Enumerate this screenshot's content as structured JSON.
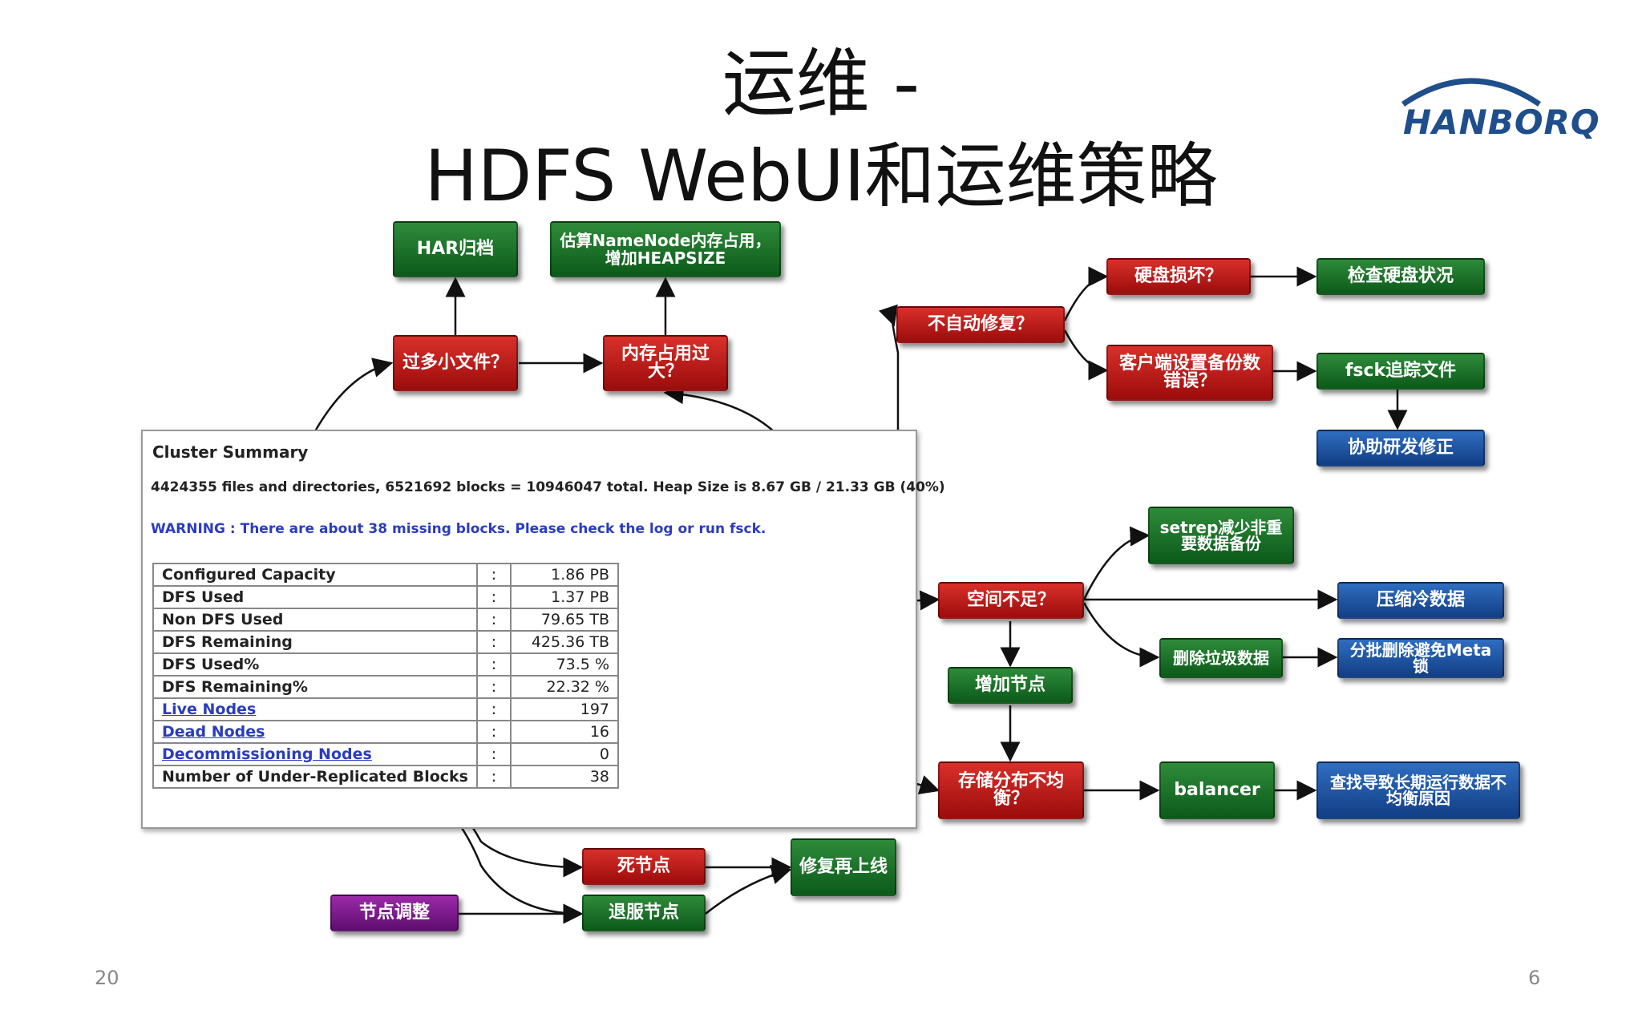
{
  "title": {
    "line1": "运维 -",
    "line2": "HDFS WebUI和运维策略"
  },
  "logo": {
    "text": "HANBORQ"
  },
  "boxes": {
    "har": "HAR归档",
    "estimate_mem": "估算NameNode内存占用，增加HEAPSIZE",
    "too_many_small": "过多小文件？",
    "mem_too_big": "内存占用过大？",
    "no_auto_repair": "不自动修复？",
    "disk_broken": "硬盘损坏？",
    "check_disk": "检查硬盘状况",
    "client_replica_err": "客户端设置备份数错误？",
    "fsck_trace": "fsck追踪文件",
    "help_fix": "协助研发修正",
    "setrep": "setrep减少非重要数据备份",
    "no_space": "空间不足？",
    "compress_cold": "压缩冷数据",
    "delete_garbage": "删除垃圾数据",
    "batch_delete": "分批删除避免Meta锁",
    "add_node": "增加节点",
    "uneven": "存储分布不均衡？",
    "balancer": "balancer",
    "find_reason": "查找导致长期运行数据不均衡原因",
    "dead_node": "死节点",
    "repair_online": "修复再上线",
    "node_adjust": "节点调整",
    "decommission": "退服节点"
  },
  "cluster": {
    "title": "Cluster Summary",
    "summary": "4424355 files and directories, 6521692 blocks = 10946047 total. Heap Size is 8.67 GB / 21.33 GB (40%)",
    "warning": "WARNING : There are about 38 missing blocks. Please check the log or run fsck.",
    "rows": [
      {
        "key": "Configured Capacity",
        "sep": ":",
        "value": "1.86 PB"
      },
      {
        "key": "DFS Used",
        "sep": ":",
        "value": "1.37 PB"
      },
      {
        "key": "Non DFS Used",
        "sep": ":",
        "value": "79.65 TB"
      },
      {
        "key": "DFS Remaining",
        "sep": ":",
        "value": "425.36 TB"
      },
      {
        "key": "DFS Used%",
        "sep": ":",
        "value": "73.5 %"
      },
      {
        "key": "DFS Remaining%",
        "sep": ":",
        "value": "22.32 %"
      },
      {
        "key": "Live Nodes",
        "sep": ":",
        "value": "197"
      },
      {
        "key": "Dead Nodes",
        "sep": ":",
        "value": "16"
      },
      {
        "key": "Decommissioning Nodes",
        "sep": ":",
        "value": "0"
      },
      {
        "key": "Number of Under-Replicated Blocks",
        "sep": ":",
        "value": "38"
      }
    ]
  },
  "footer": {
    "left": "20",
    "right": "6"
  },
  "colors": {
    "green": "#1a6f28",
    "red": "#b81818",
    "blue": "#1d4f9c",
    "purple": "#7a1a8a",
    "highlight": "#c23bd4"
  }
}
